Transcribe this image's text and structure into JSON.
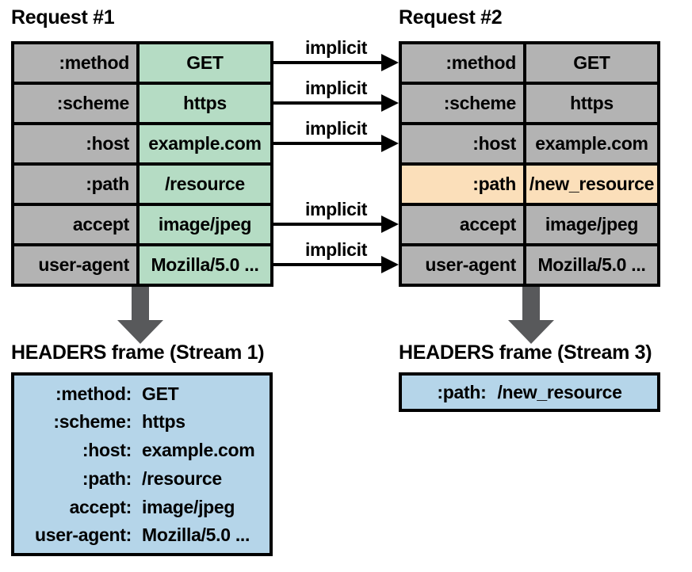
{
  "colors": {
    "header_name_bg": "#b3b3b3",
    "request1_value_bg": "#b5dcc4",
    "highlight_bg": "#fbdfba",
    "frame_bg": "#b5d5e9",
    "big_arrow": "#58595b",
    "line_color": "#000000"
  },
  "request1": {
    "title": "Request #1",
    "rows": [
      {
        "name": ":method",
        "value": "GET"
      },
      {
        "name": ":scheme",
        "value": "https"
      },
      {
        "name": ":host",
        "value": "example.com"
      },
      {
        "name": ":path",
        "value": "/resource"
      },
      {
        "name": "accept",
        "value": "image/jpeg"
      },
      {
        "name": "user-agent",
        "value": "Mozilla/5.0 ..."
      }
    ]
  },
  "request2": {
    "title": "Request #2",
    "rows": [
      {
        "name": ":method",
        "value": "GET"
      },
      {
        "name": ":scheme",
        "value": "https"
      },
      {
        "name": ":host",
        "value": "example.com"
      },
      {
        "name": ":path",
        "value": "/new_resource",
        "highlighted": true
      },
      {
        "name": "accept",
        "value": "image/jpeg"
      },
      {
        "name": "user-agent",
        "value": "Mozilla/5.0 ..."
      }
    ]
  },
  "implicit_arrows": {
    "label": "implicit",
    "count": 5,
    "mapped_rows": [
      ":method",
      ":scheme",
      ":host",
      "accept",
      "user-agent"
    ]
  },
  "frame1": {
    "title": "HEADERS frame (Stream 1)",
    "lines": [
      {
        "name": ":method:",
        "value": "GET"
      },
      {
        "name": ":scheme:",
        "value": "https"
      },
      {
        "name": ":host:",
        "value": "example.com"
      },
      {
        "name": ":path:",
        "value": "/resource"
      },
      {
        "name": "accept:",
        "value": "image/jpeg"
      },
      {
        "name": "user-agent:",
        "value": "Mozilla/5.0 ..."
      }
    ]
  },
  "frame3": {
    "title": "HEADERS frame (Stream 3)",
    "line": {
      "name": ":path:",
      "value": "/new_resource"
    }
  }
}
